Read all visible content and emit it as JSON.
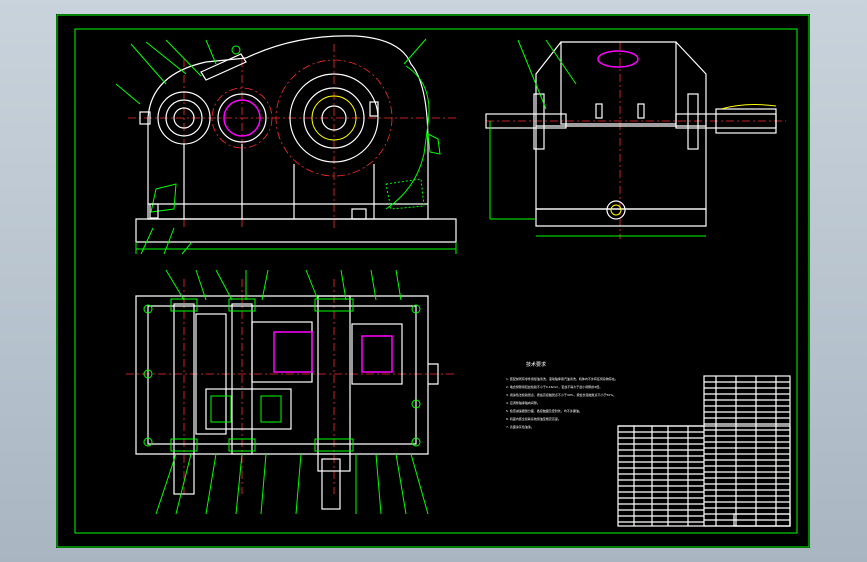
{
  "drawing": {
    "notes_title": "技术要求",
    "notes": [
      "1. 装配前所有零件用煤油清洗，滚动轴承用汽油清洗，机体内不许有任何杂物存在。",
      "2. 啮合侧隙用铅丝检验不小于0.16mm，铅丝不得大于最小侧隙的4倍。",
      "3. 用涂色法检验斑点，按齿高接触斑点不小于40%，按齿长接触斑点不小于50%。",
      "4. 应调整轴承轴向间隙。",
      "5. 检查减速器剖分面、各接触面及密封处，均不许漏油。",
      "6. 机座内装全损耗系统用油至规定高度。",
      "7. 表面涂灰色油漆。"
    ],
    "side_view_label": "",
    "title_block_name": "",
    "colors": {
      "sheet": "#000000",
      "outline": "#ffffff",
      "lines": "#00ff00",
      "centerline": "#ff2a2a",
      "frame": "#00ff00"
    }
  }
}
